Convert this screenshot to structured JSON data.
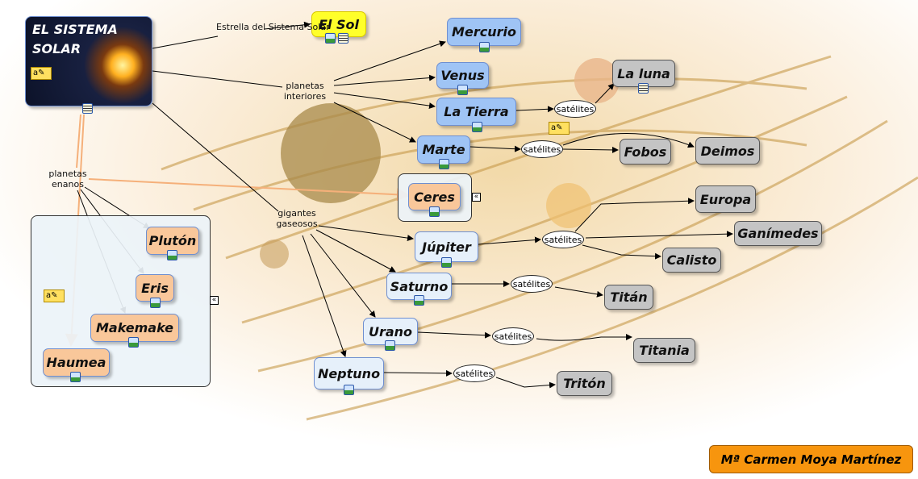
{
  "title": "EL SISTEMA SOLAR",
  "sun": "El Sol",
  "link_phrases": {
    "star": "Estrella del Sistema Solar",
    "interior": "planetas interiores",
    "dwarf": "planetas enanos",
    "giants": "gigantes gaseosos",
    "satellites": "satélites"
  },
  "interior_planets": [
    "Mercurio",
    "Venus",
    "La Tierra",
    "Marte"
  ],
  "giant_planets": [
    "Júpiter",
    "Saturno",
    "Urano",
    "Neptuno"
  ],
  "dwarf_planets": [
    "Ceres",
    "Plutón",
    "Eris",
    "Makemake",
    "Haumea"
  ],
  "moons": {
    "earth": [
      "La luna"
    ],
    "mars": [
      "Fobos",
      "Deimos"
    ],
    "jupiter": [
      "Europa",
      "Ganímedes",
      "Calisto"
    ],
    "saturn": [
      "Titán"
    ],
    "uranus": [
      "Titania"
    ],
    "neptune": [
      "Tritón"
    ]
  },
  "author": "Mª Carmen Moya Martínez",
  "colors": {
    "interior": "#9fc4f5",
    "giants": "#e6f0fa",
    "moons": "#c4c4c4",
    "dwarfs": "#f9c79a",
    "sun": "#ffff2a",
    "author": "#f7950e"
  }
}
